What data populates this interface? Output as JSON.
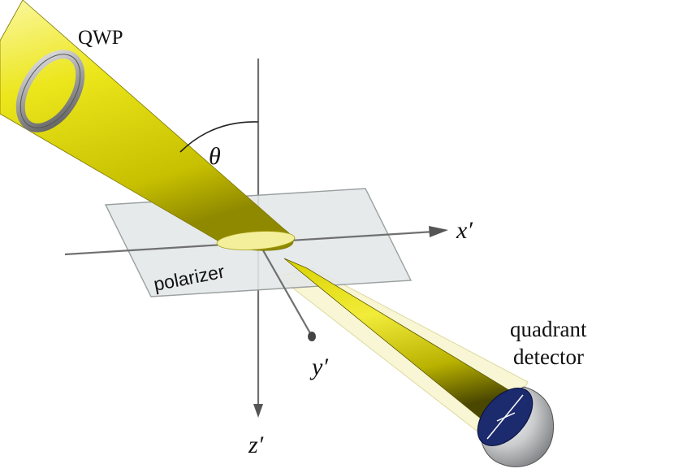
{
  "labels": {
    "qwp": "QWP",
    "theta": "θ",
    "x_axis": "x′",
    "y_axis": "y′",
    "z_axis": "z′",
    "polarizer": "polarizer",
    "detector_line1": "quadrant",
    "detector_line2": "detector"
  },
  "colors": {
    "beam": "#e6e21a",
    "beam_dark": "#8a8500",
    "axis": "#707070",
    "plane_fill": "#e3e7e7",
    "plane_stroke": "#9aa0a0",
    "qwp_ring": "#a0a0a0",
    "detector_shell": "#bfc1c3",
    "detector_face": "#1c2a6e"
  }
}
